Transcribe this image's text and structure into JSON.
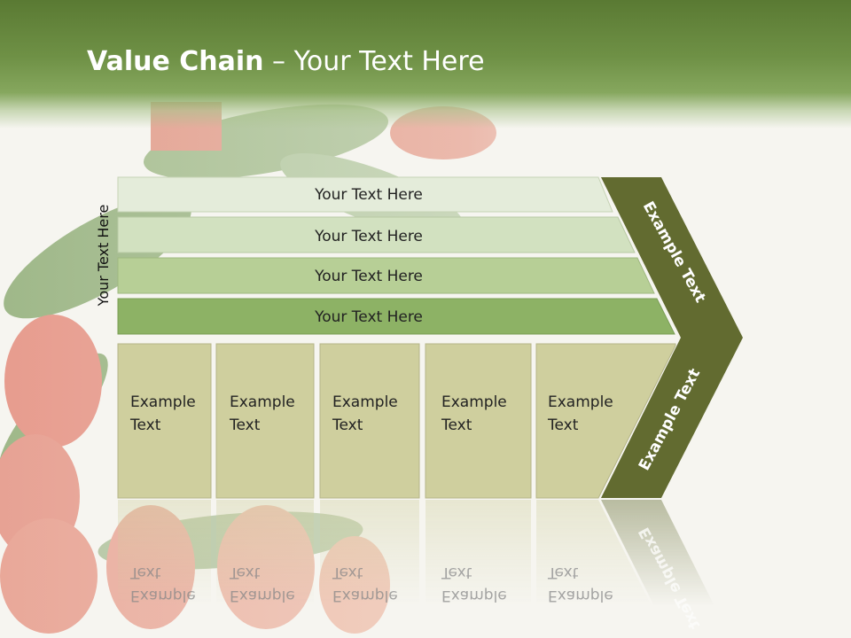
{
  "title": {
    "bold": "Value Chain",
    "rest": " – Your Text Here"
  },
  "side_label": "Your Text Here",
  "bars": [
    {
      "label": "Your Text Here"
    },
    {
      "label": "Your Text Here"
    },
    {
      "label": "Your Text Here"
    },
    {
      "label": "Your Text Here"
    }
  ],
  "boxes": [
    {
      "line1": "Example",
      "line2": "Text"
    },
    {
      "line1": "Example",
      "line2": "Text"
    },
    {
      "line1": "Example",
      "line2": "Text"
    },
    {
      "line1": "Example",
      "line2": "Text"
    },
    {
      "line1": "Example",
      "line2": "Text"
    }
  ],
  "chevron": {
    "upper": "Example Text",
    "lower": "Example Text"
  },
  "colors": {
    "header_dark": "#5a7a33",
    "bar1": "#e4ecda",
    "bar2": "#d2e1c0",
    "bar3": "#b7cf96",
    "bar4": "#8db265",
    "box": "#cfcf9e",
    "chevron": "#626b30"
  }
}
